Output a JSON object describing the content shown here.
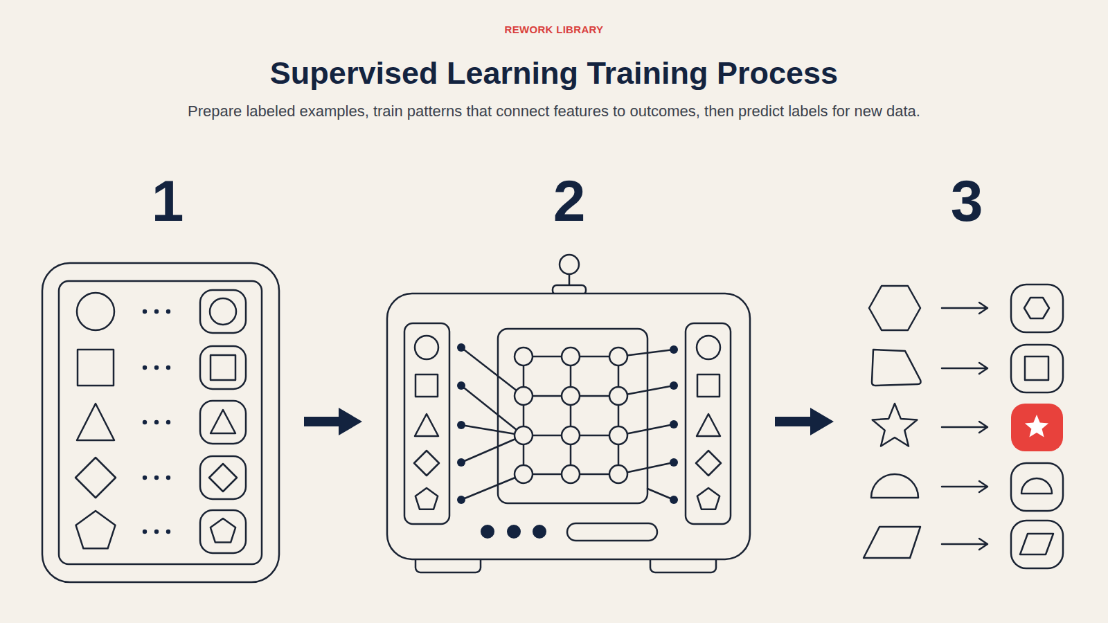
{
  "diagram": {
    "title": "Supervised Learning Training Process",
    "caption": "Prepare labeled examples, train patterns that connect features to outcomes, then predict labels for new data.",
    "nodes": [
      {
        "text": [
          "1"
        ]
      },
      {
        "text": [
          "2"
        ]
      },
      {
        "text": [
          "3"
        ]
      }
    ],
    "edges": [
      {
        "from": 0,
        "to": 1,
        "arrow": "to"
      },
      {
        "from": 1,
        "to": 2,
        "arrow": "to"
      }
    ],
    "labels": [
      "REWORK LIBRARY"
    ]
  }
}
